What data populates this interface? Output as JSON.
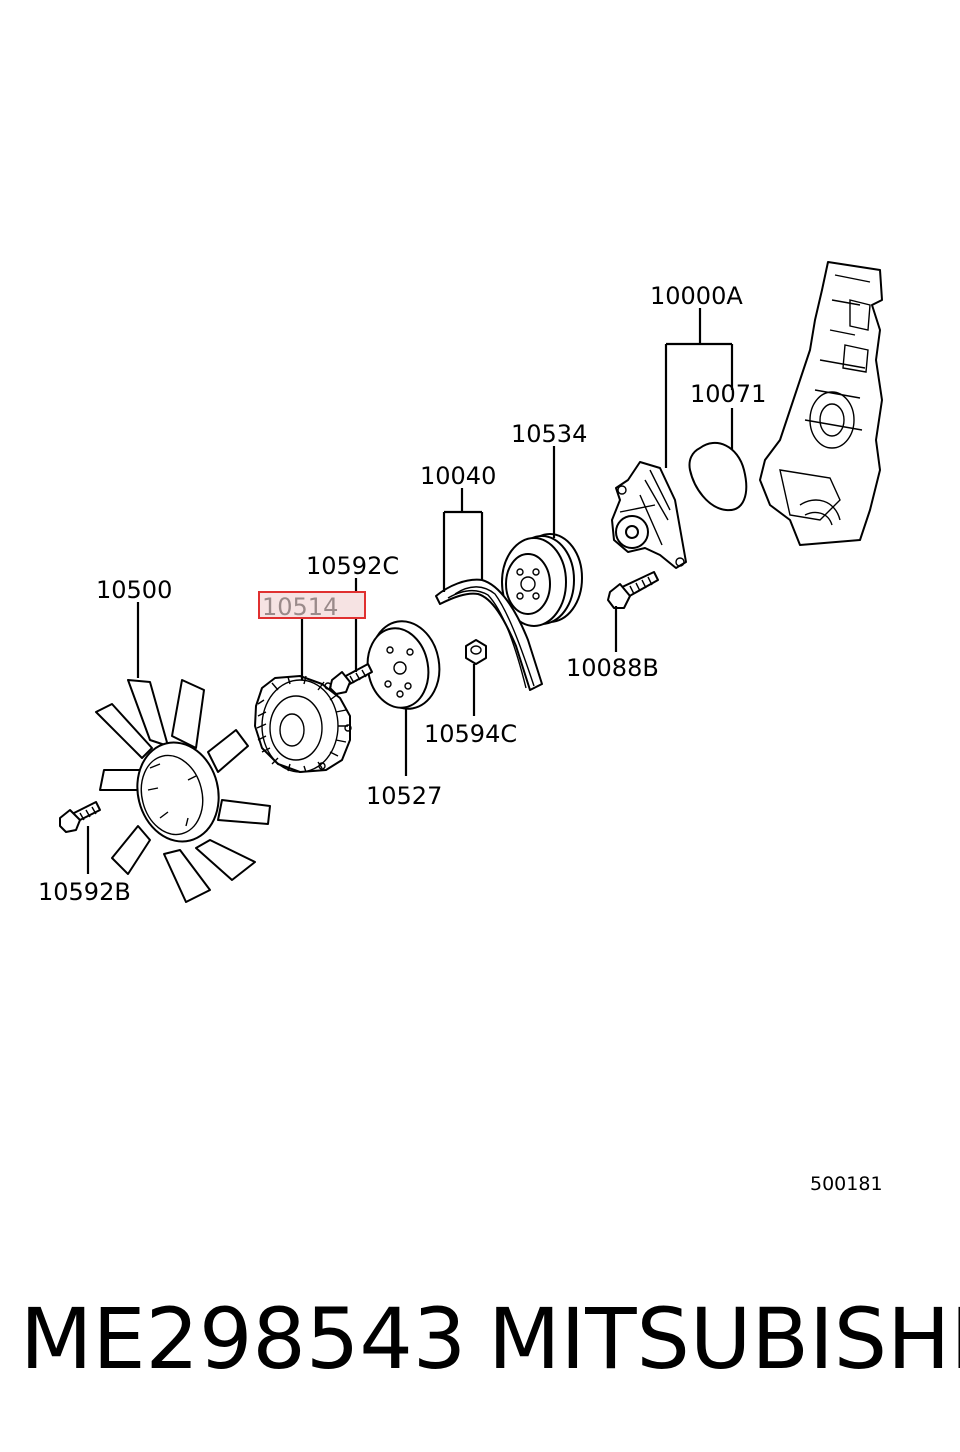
{
  "diagram": {
    "drawing_code": "500181",
    "callouts": [
      {
        "id": "10000A",
        "label": "10000A"
      },
      {
        "id": "10071",
        "label": "10071"
      },
      {
        "id": "10534",
        "label": "10534"
      },
      {
        "id": "10040",
        "label": "10040"
      },
      {
        "id": "10592C",
        "label": "10592C"
      },
      {
        "id": "10514",
        "label": "10514",
        "highlighted": true
      },
      {
        "id": "10500",
        "label": "10500"
      },
      {
        "id": "10088B",
        "label": "10088B"
      },
      {
        "id": "10594C",
        "label": "10594C"
      },
      {
        "id": "10527",
        "label": "10527"
      },
      {
        "id": "10592B",
        "label": "10592B"
      }
    ],
    "highlight_color": "#e03030"
  },
  "footer": {
    "part_number": "ME298543",
    "brand": "MITSUBISHI"
  }
}
